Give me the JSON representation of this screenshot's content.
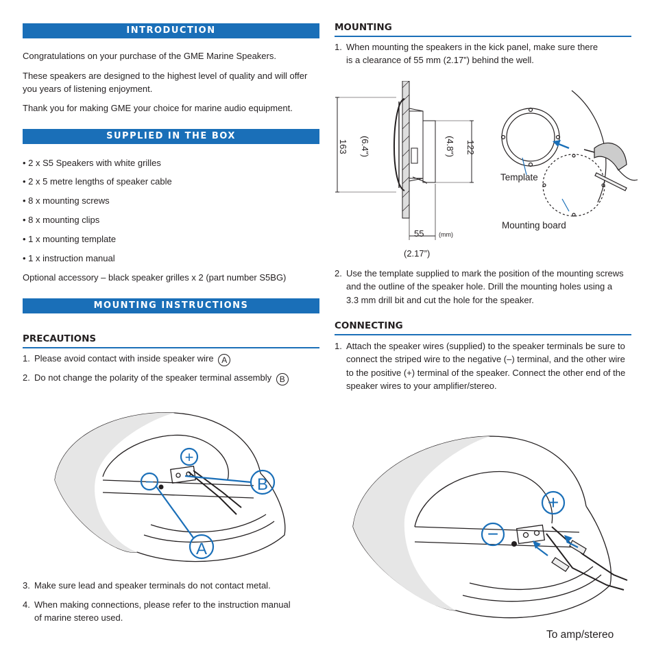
{
  "left": {
    "introduction": {
      "heading": "INTRODUCTION",
      "paragraphs": [
        "Congratulations on your purchase of the GME Marine Speakers.",
        "These speakers are designed to the highest level of quality and will offer",
        "you years of listening enjoyment.",
        "Thank you for making GME your choice for marine audio equipment."
      ]
    },
    "supplied": {
      "heading": "SUPPLIED IN THE BOX",
      "items": [
        "2 x S5 Speakers with white grilles",
        "2 x 5 metre lengths of speaker cable",
        "8 x mounting screws",
        "8 x mounting clips",
        "1 x mounting template",
        "1 x instruction manual"
      ],
      "optional": "Optional accessory – black speaker grilles x 2 (part number S5BG)"
    },
    "mounting_instructions": {
      "heading": "MOUNTING INSTRUCTIONS"
    },
    "precautions": {
      "heading": "PRECAUTIONS",
      "step1": {
        "num": "1.",
        "text": "Please avoid contact with inside speaker wire",
        "marker": "A"
      },
      "step2": {
        "num": "2.",
        "text": "Do not change the polarity of the speaker terminal assembly",
        "marker": "B"
      },
      "step3": {
        "num": "3.",
        "text": "Make sure lead and speaker terminals do not contact metal."
      },
      "step4": {
        "num": "4.",
        "line1": "When making connections, please refer to the instruction manual",
        "line2": "of marine stereo used."
      }
    },
    "figure": {
      "label_a": "A",
      "label_b": "B",
      "minus": "−",
      "plus": "+"
    }
  },
  "right": {
    "mounting": {
      "heading": "MOUNTING",
      "step1": {
        "num": "1.",
        "line1": "When mounting the speakers in the kick panel, make sure there",
        "line2": "is a clearance of 55 mm (2.17”) behind the well."
      },
      "step2": {
        "num": "2.",
        "line1": "Use the template supplied to mark the position of the mounting screws",
        "line2": "and the outline of the speaker hole. Drill the mounting holes using a",
        "line3": "3.3 mm drill bit and cut the hole for the speaker."
      }
    },
    "diagram": {
      "dim_163": "163",
      "dim_64": "(6.4”)",
      "dim_48": "(4.8”)",
      "dim_122": "122",
      "dim_55": "55",
      "unit": "(mm)",
      "dim_217": "(2.17”)",
      "template_label": "Template",
      "board_label": "Mounting board"
    },
    "connecting": {
      "heading": "CONNECTING",
      "step1": {
        "num": "1.",
        "line1": "Attach the speaker wires (supplied) to the speaker terminals be sure to",
        "line2": "connect the striped wire to the negative (–) terminal, and the other wire",
        "line3": "to the positive (+) terminal of the speaker. Connect the other end of the",
        "line4": "speaker wires to your amplifier/stereo."
      }
    },
    "figure": {
      "minus": "−",
      "plus": "+",
      "caption": "To amp/stereo"
    }
  },
  "colors": {
    "accent": "#1a6fb8",
    "text": "#231f20"
  }
}
